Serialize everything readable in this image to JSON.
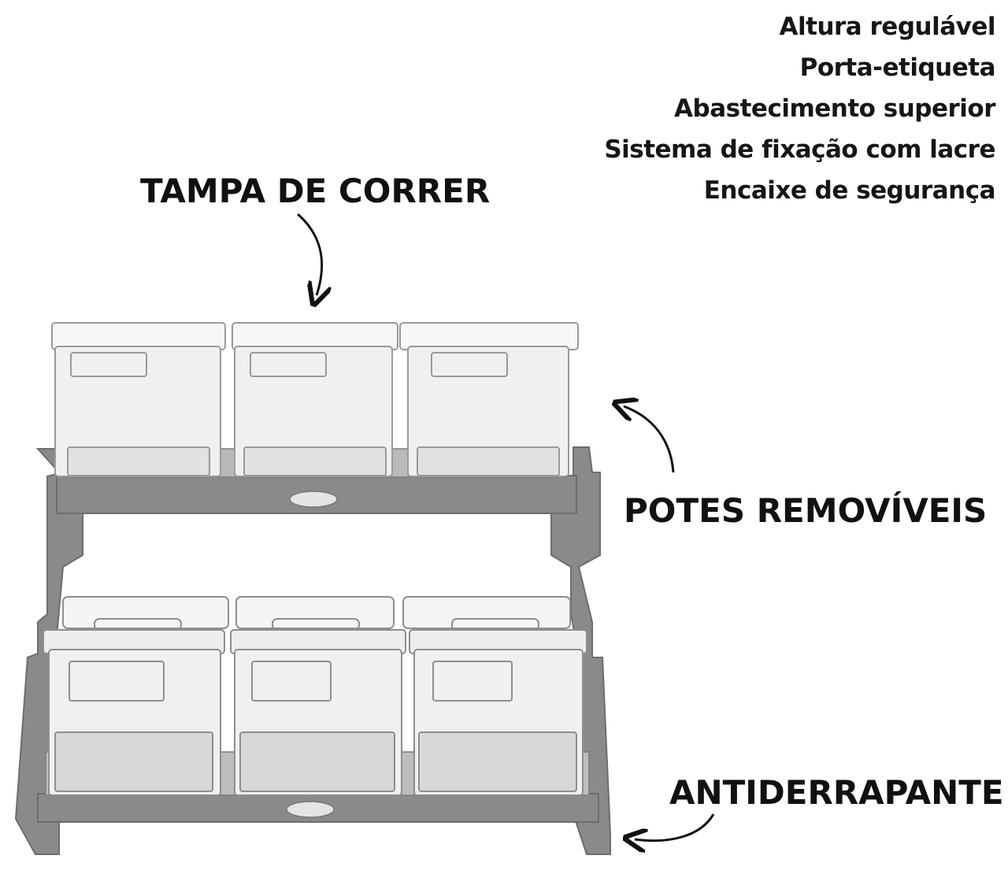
{
  "features": [
    "Altura regulável",
    "Porta-etiqueta",
    "Abastecimento superior",
    "Sistema de fixação com lacre",
    "Encaixe de segurança"
  ],
  "callouts": {
    "sliding_lid": "TAMPA DE CORRER",
    "removable_pots": "POTES REMOVÍVEIS",
    "non_slip": "ANTIDERRAPANTE"
  }
}
